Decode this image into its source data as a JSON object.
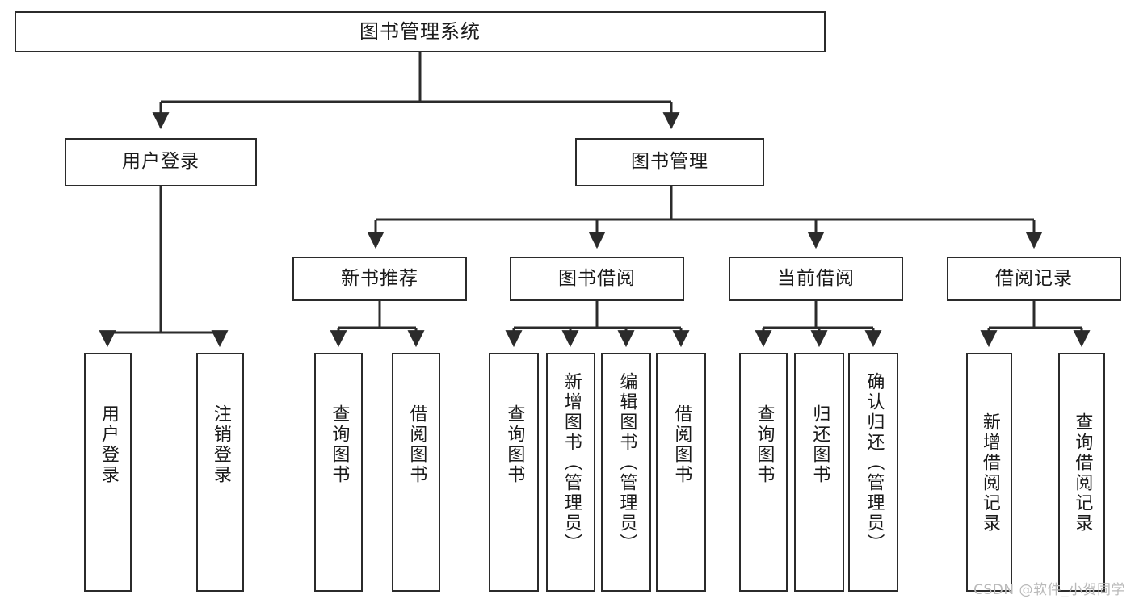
{
  "diagram": {
    "title": "图书管理系统",
    "type": "tree-hierarchy",
    "colors": {
      "stroke": "#2b2b2b",
      "fill": "#ffffff",
      "text": "#1a1a1a",
      "background": "#ffffff",
      "watermark": "#b9b9b9"
    },
    "root": {
      "label": "图书管理系统"
    },
    "level2": [
      {
        "label": "用户登录"
      },
      {
        "label": "图书管理"
      }
    ],
    "level3": [
      {
        "label": "新书推荐"
      },
      {
        "label": "图书借阅"
      },
      {
        "label": "当前借阅"
      },
      {
        "label": "借阅记录"
      }
    ],
    "leaves": {
      "user_login": [
        {
          "label": "用户登录"
        },
        {
          "label": "注销登录"
        }
      ],
      "new_book_recommend": [
        {
          "label": "查询图书"
        },
        {
          "label": "借阅图书"
        }
      ],
      "book_borrow": [
        {
          "label": "查询图书"
        },
        {
          "label": "新增图书（管理员）"
        },
        {
          "label": "编辑图书（管理员）"
        },
        {
          "label": "借阅图书"
        }
      ],
      "current_borrow": [
        {
          "label": "查询图书"
        },
        {
          "label": "归还图书"
        },
        {
          "label": "确认归还（管理员）"
        }
      ],
      "borrow_record": [
        {
          "label": "新增借阅记录"
        },
        {
          "label": "查询借阅记录"
        }
      ]
    }
  },
  "watermark": {
    "text": "CSDN @软件_小贺同学"
  }
}
